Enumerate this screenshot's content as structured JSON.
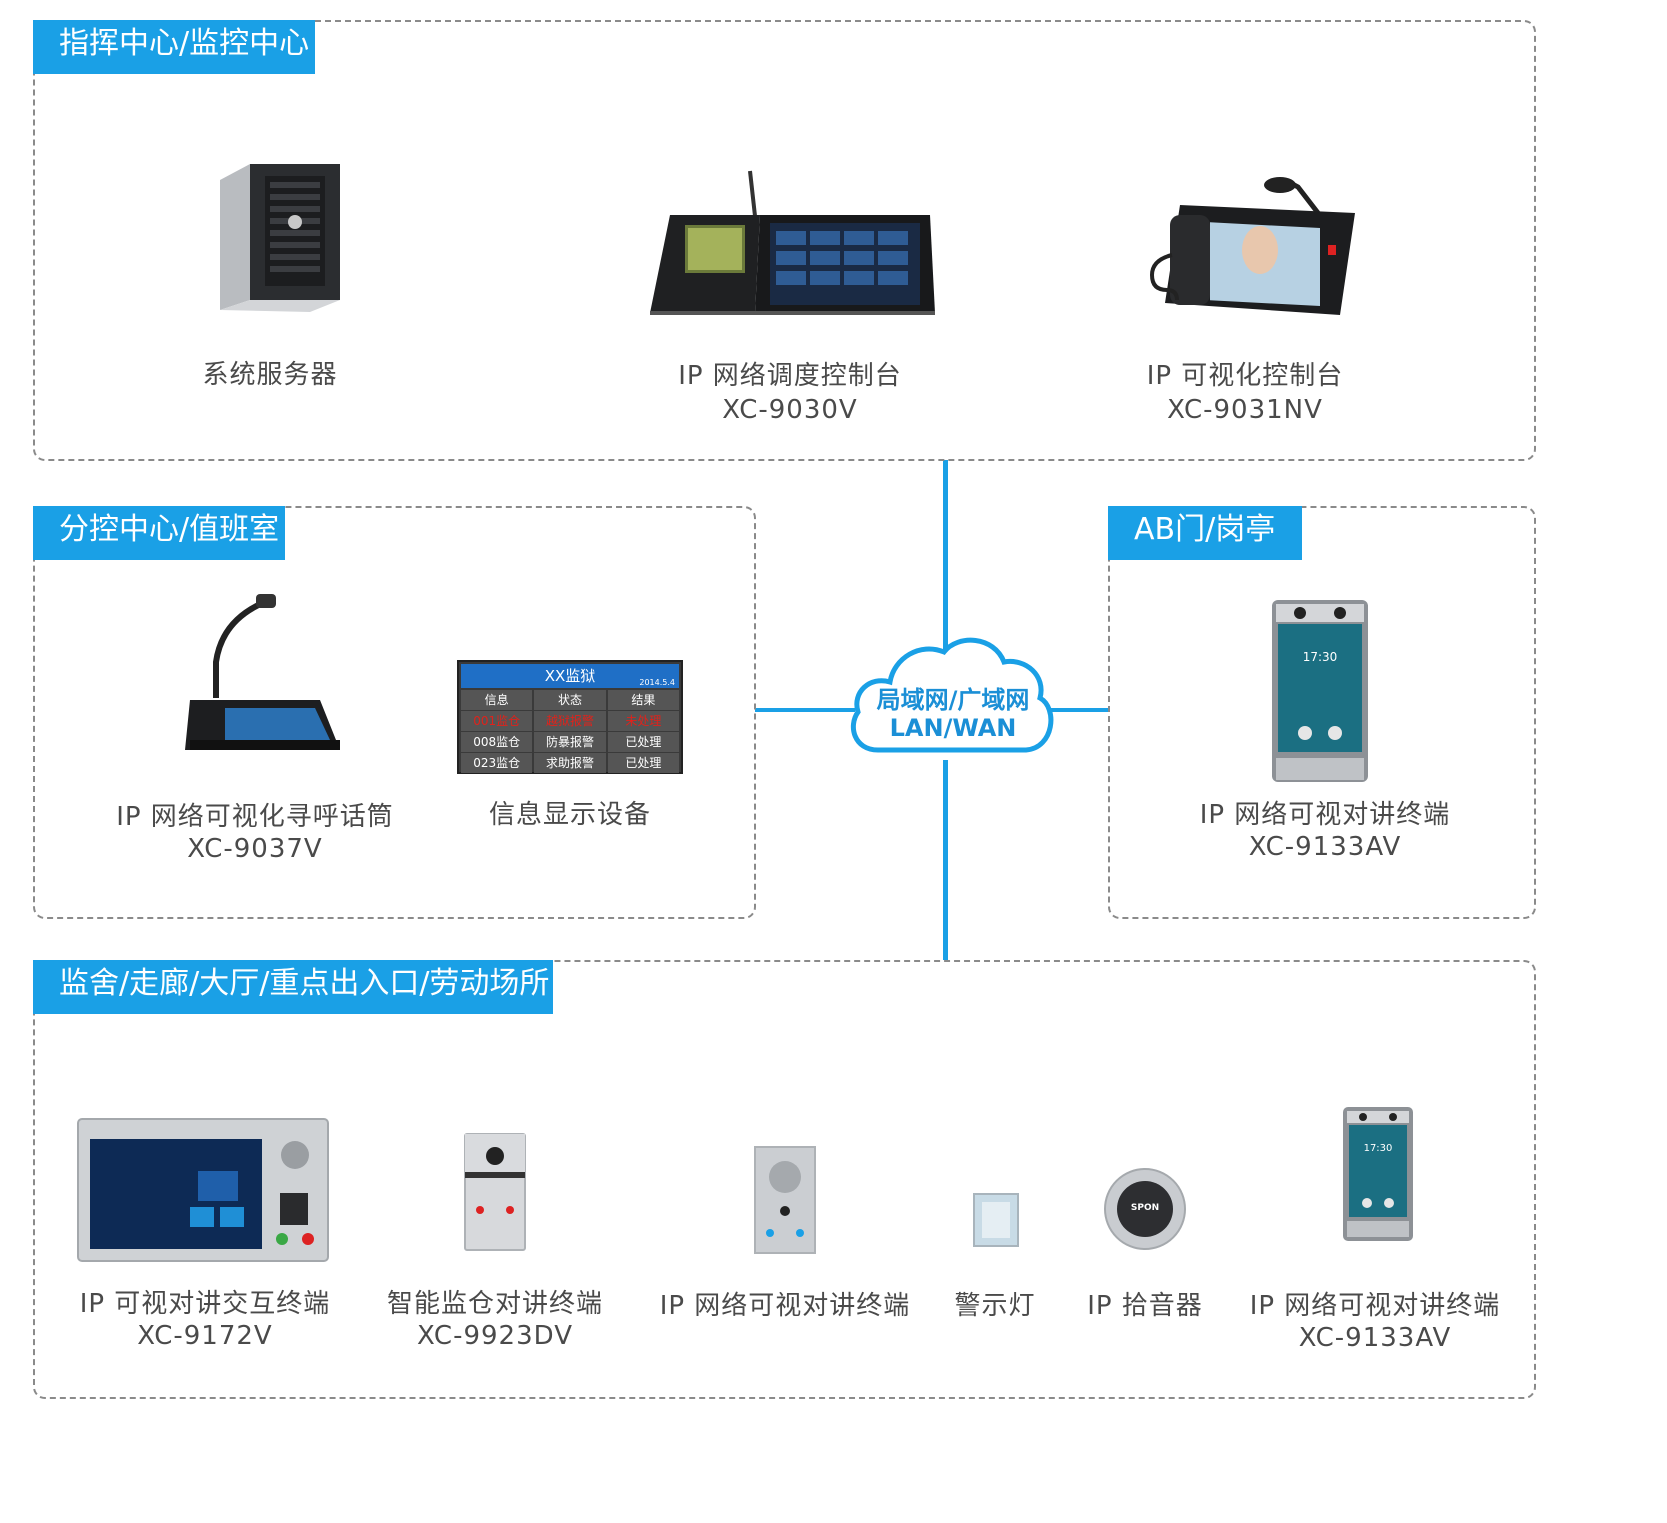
{
  "zones": {
    "command": {
      "title": "指挥中心/监控中心"
    },
    "branch": {
      "title": "分控中心/值班室"
    },
    "gate": {
      "title": "AB门/岗亭"
    },
    "cells": {
      "title": "监舍/走廊/大厅/重点出入口/劳动场所"
    }
  },
  "network": {
    "line1": "局域网/广域网",
    "line2": "LAN/WAN"
  },
  "devices": {
    "server": {
      "name": "系统服务器"
    },
    "dispatch_console": {
      "name": "IP 网络调度控制台",
      "model": "XC-9030V"
    },
    "visual_console": {
      "name": "IP 可视化控制台",
      "model": "XC-9031NV"
    },
    "paging_mic": {
      "name": "IP 网络可视化寻呼话筒",
      "model": "XC-9037V"
    },
    "info_display": {
      "name": "信息显示设备",
      "screen_title": "XX监狱",
      "screen_date": "2014.5.4",
      "headers": [
        "信息",
        "状态",
        "结果"
      ],
      "rows": [
        [
          "001监仓",
          "越狱报警",
          "未处理"
        ],
        [
          "008监仓",
          "防暴报警",
          "已处理"
        ],
        [
          "023监仓",
          "求助报警",
          "已处理"
        ]
      ]
    },
    "gate_terminal": {
      "name": "IP 网络可视对讲终端",
      "model": "XC-9133AV",
      "screen_time": "17:30"
    },
    "interactive_terminal": {
      "name": "IP 可视对讲交互终端",
      "model": "XC-9172V"
    },
    "cell_intercom": {
      "name": "智能监仓对讲终端",
      "model": "XC-9923DV"
    },
    "net_intercom": {
      "name": "IP 网络可视对讲终端"
    },
    "warning_light": {
      "name": "警示灯"
    },
    "pickup": {
      "name": "IP 拾音器",
      "brand": "SPON"
    },
    "cell_terminal": {
      "name": "IP 网络可视对讲终端",
      "model": "XC-9133AV",
      "screen_time": "17:30"
    }
  },
  "colors": {
    "accent": "#1aa0e6",
    "alarm": "#e0221b",
    "dashed_border": "#8a8a8a"
  }
}
